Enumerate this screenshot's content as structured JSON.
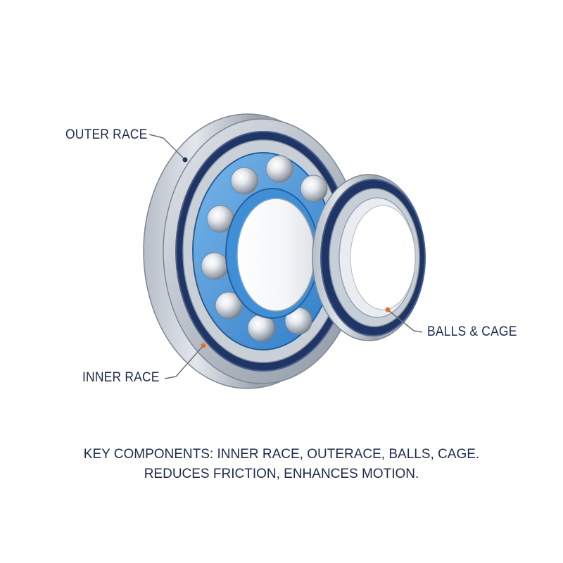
{
  "labels": {
    "outer_race": "OUTER RACE",
    "inner_race": "INNER RACE",
    "balls_cage": "BALLS & CAGE"
  },
  "caption": {
    "line1": "KEY COMPONENTS: INNER RACE, OUTERACE, BALLS, CAGE.",
    "line2": "REDUCES FRICTION, ENHANCES MOTION."
  },
  "colors": {
    "steel_light": "#d9dde3",
    "steel_mid": "#a7afba",
    "steel_dark": "#6f7884",
    "seal_navy": "#1f3566",
    "cage_blue": "#3f8fd6",
    "cage_light": "#7cb9ec",
    "leader_gray": "#6b6f76",
    "leader_dot": "#e0702a",
    "text": "#1c2b4a"
  }
}
